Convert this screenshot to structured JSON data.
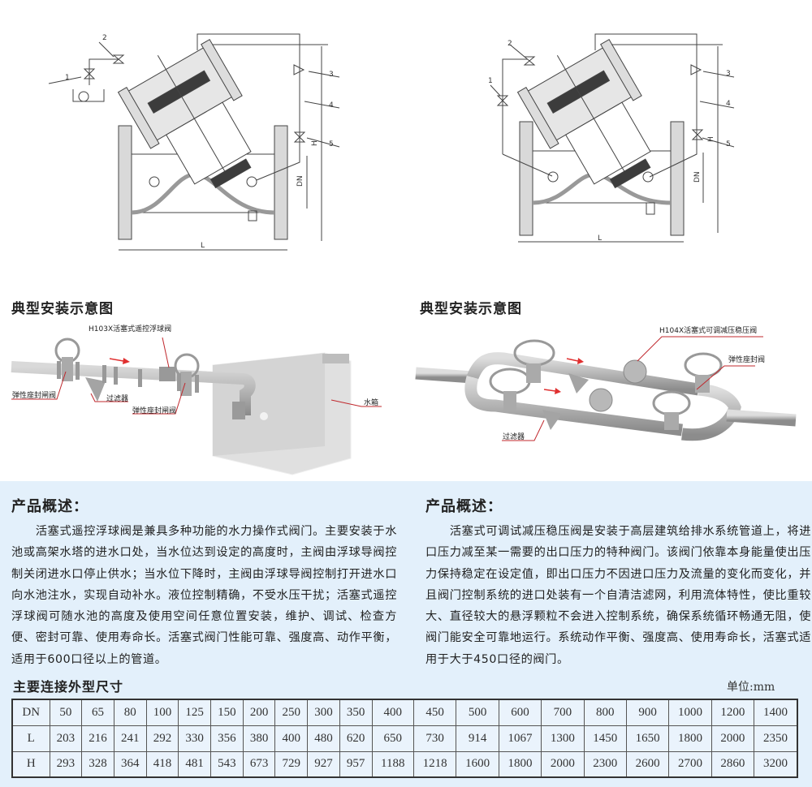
{
  "drawings": {
    "left": {
      "labels": [
        "1",
        "2",
        "3",
        "4",
        "5"
      ],
      "dim_labels": {
        "length": "L",
        "nominal": "DN",
        "height": "H"
      }
    },
    "right": {
      "labels": [
        "1",
        "2",
        "3",
        "4",
        "5"
      ],
      "dim_labels": {
        "length": "L",
        "nominal": "DN",
        "height": "H"
      }
    }
  },
  "install": {
    "title": "典型安装示意图",
    "left": {
      "main_valve": "H103X活塞式遥控浮球阀",
      "gate_valve_inlet": "弹性座封闸阀",
      "filter": "过滤器",
      "gate_valve_outlet": "弹性座封闸阀",
      "tank": "水箱"
    },
    "right": {
      "main_valve": "H104X活塞式可调减压稳压阀",
      "gate_valve": "弹性座封阀",
      "filter": "过滤器"
    }
  },
  "overview": {
    "left": {
      "title": "产品概述：",
      "text": "活塞式遥控浮球阀是兼具多种功能的水力操作式阀门。主要安装于水池或高架水塔的进水口处，当水位达到设定的高度时，主阀由浮球导阀控制关闭进水口停止供水；当水位下降时，主阀由浮球导阀控制打开进水口向水池注水，实现自动补水。液位控制精确，不受水压干扰；活塞式遥控浮球阀可随水池的高度及使用空间任意位置安装，维护、调试、检查方便、密封可靠、使用寿命长。活塞式阀门性能可靠、强度高、动作平衡，适用于600口径以上的管道。"
    },
    "right": {
      "title": "产品概述：",
      "text": "活塞式可调试减压稳压阀是安装于高层建筑给排水系统管道上，将进口压力减至某一需要的出口压力的特种阀门。该阀门依靠本身能量使出压力保持稳定在设定值，即出口压力不因进口压力及流量的变化而变化，并且阀门控制系统的进口处装有一个自清洁滤网，利用流体特性，使比重较大、直径较大的悬浮颗粒不会进入控制系统，确保系统循环畅通无阻，使阀门能安全可靠地运行。系统动作平衡、强度高、使用寿命长，活塞式适用于大于450口径的阀门。"
    }
  },
  "dimensions": {
    "title": "主要连接外型尺寸",
    "unit": "单位:mm",
    "rows": [
      {
        "label": "DN",
        "values": [
          "50",
          "65",
          "80",
          "100",
          "125",
          "150",
          "200",
          "250",
          "300",
          "350",
          "400",
          "450",
          "500",
          "600",
          "700",
          "800",
          "900",
          "1000",
          "1200",
          "1400"
        ]
      },
      {
        "label": "L",
        "values": [
          "203",
          "216",
          "241",
          "292",
          "330",
          "356",
          "380",
          "400",
          "480",
          "620",
          "650",
          "730",
          "914",
          "1067",
          "1300",
          "1450",
          "1650",
          "1800",
          "2000",
          "2350"
        ]
      },
      {
        "label": "H",
        "values": [
          "293",
          "328",
          "364",
          "418",
          "481",
          "543",
          "673",
          "729",
          "927",
          "957",
          "1188",
          "1218",
          "1600",
          "1800",
          "2000",
          "2300",
          "2600",
          "2700",
          "2860",
          "3200"
        ]
      }
    ]
  },
  "colors": {
    "panel_bg": "#e3f0fb",
    "callout_line": "#c0282d",
    "flow_arrow": "#e03030"
  }
}
